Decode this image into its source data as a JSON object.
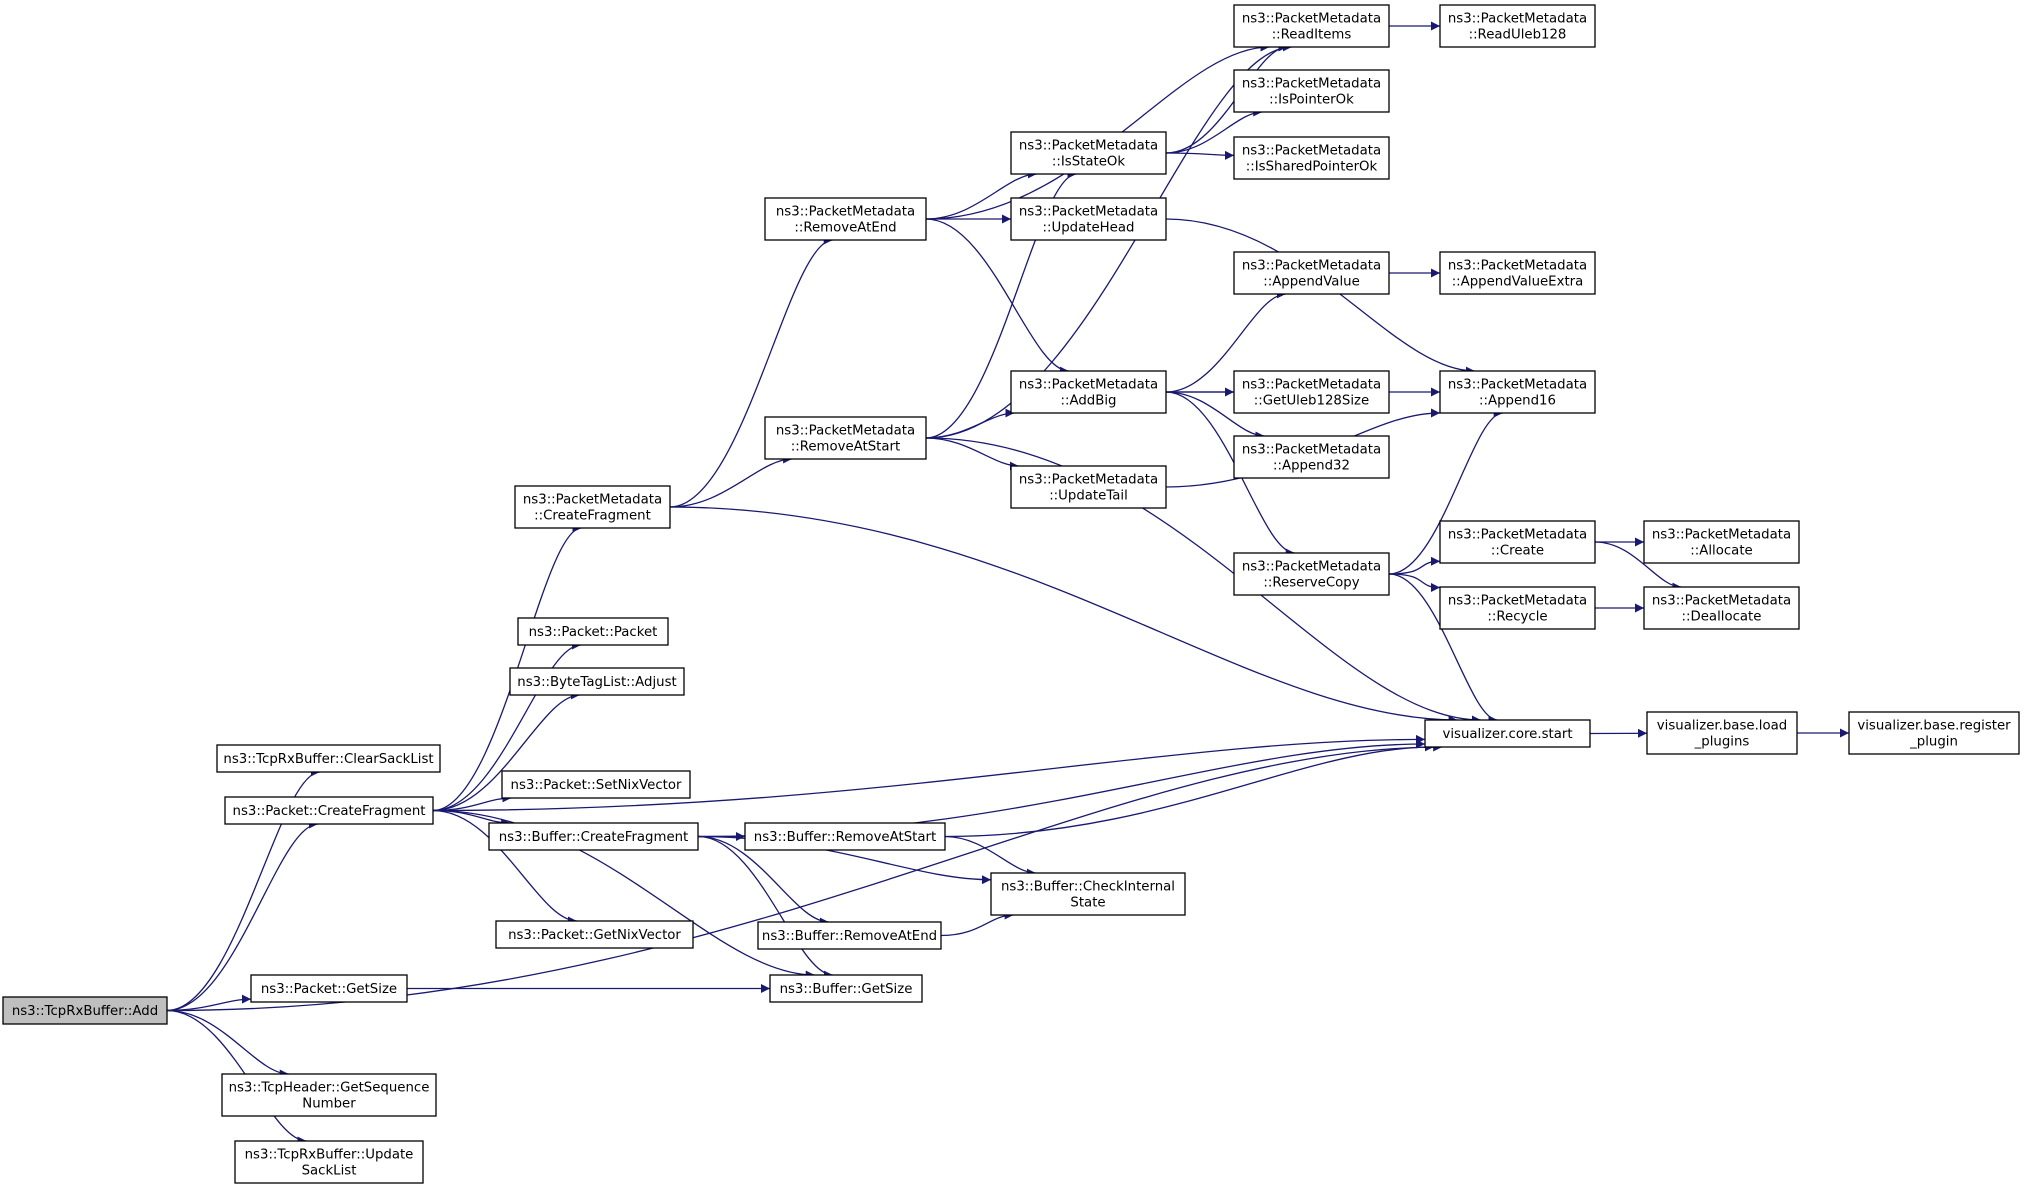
{
  "graph": {
    "root": "add",
    "nodes": [
      {
        "id": "add",
        "lines": [
          "ns3::TcpRxBuffer::Add"
        ],
        "root": true
      },
      {
        "id": "clearsack",
        "lines": [
          "ns3::TcpRxBuffer::ClearSackList"
        ]
      },
      {
        "id": "pkt_createfrag",
        "lines": [
          "ns3::Packet::CreateFragment"
        ]
      },
      {
        "id": "pkt_getsize",
        "lines": [
          "ns3::Packet::GetSize"
        ]
      },
      {
        "id": "getseq",
        "lines": [
          "ns3::TcpHeader::GetSequence",
          "Number"
        ]
      },
      {
        "id": "updatesack",
        "lines": [
          "ns3::TcpRxBuffer::Update",
          "SackList"
        ]
      },
      {
        "id": "pm_createfrag",
        "lines": [
          "ns3::PacketMetadata",
          "::CreateFragment"
        ]
      },
      {
        "id": "pkt_packet",
        "lines": [
          "ns3::Packet::Packet"
        ]
      },
      {
        "id": "btl_adjust",
        "lines": [
          "ns3::ByteTagList::Adjust"
        ]
      },
      {
        "id": "pkt_setnix",
        "lines": [
          "ns3::Packet::SetNixVector"
        ]
      },
      {
        "id": "buf_createfrag",
        "lines": [
          "ns3::Buffer::CreateFragment"
        ]
      },
      {
        "id": "pkt_getnix",
        "lines": [
          "ns3::Packet::GetNixVector"
        ]
      },
      {
        "id": "buf_getsize",
        "lines": [
          "ns3::Buffer::GetSize"
        ]
      },
      {
        "id": "pm_removeatend",
        "lines": [
          "ns3::PacketMetadata",
          "::RemoveAtEnd"
        ]
      },
      {
        "id": "pm_removeatstart",
        "lines": [
          "ns3::PacketMetadata",
          "::RemoveAtStart"
        ]
      },
      {
        "id": "buf_removeatstart",
        "lines": [
          "ns3::Buffer::RemoveAtStart"
        ]
      },
      {
        "id": "buf_removeatend",
        "lines": [
          "ns3::Buffer::RemoveAtEnd"
        ]
      },
      {
        "id": "pm_isstateok",
        "lines": [
          "ns3::PacketMetadata",
          "::IsStateOk"
        ]
      },
      {
        "id": "pm_updatehead",
        "lines": [
          "ns3::PacketMetadata",
          "::UpdateHead"
        ]
      },
      {
        "id": "pm_addbig",
        "lines": [
          "ns3::PacketMetadata",
          "::AddBig"
        ]
      },
      {
        "id": "pm_updatetail",
        "lines": [
          "ns3::PacketMetadata",
          "::UpdateTail"
        ]
      },
      {
        "id": "buf_checkinternal",
        "lines": [
          "ns3::Buffer::CheckInternal",
          "State"
        ]
      },
      {
        "id": "pm_readitems",
        "lines": [
          "ns3::PacketMetadata",
          "::ReadItems"
        ]
      },
      {
        "id": "pm_ispointerok",
        "lines": [
          "ns3::PacketMetadata",
          "::IsPointerOk"
        ]
      },
      {
        "id": "pm_issharedpointerok",
        "lines": [
          "ns3::PacketMetadata",
          "::IsSharedPointerOk"
        ]
      },
      {
        "id": "pm_appendvalue",
        "lines": [
          "ns3::PacketMetadata",
          "::AppendValue"
        ]
      },
      {
        "id": "pm_getuleb",
        "lines": [
          "ns3::PacketMetadata",
          "::GetUleb128Size"
        ]
      },
      {
        "id": "pm_append32",
        "lines": [
          "ns3::PacketMetadata",
          "::Append32"
        ]
      },
      {
        "id": "pm_reservecopy",
        "lines": [
          "ns3::PacketMetadata",
          "::ReserveCopy"
        ]
      },
      {
        "id": "vis_start",
        "lines": [
          "visualizer.core.start"
        ]
      },
      {
        "id": "pm_readuleb",
        "lines": [
          "ns3::PacketMetadata",
          "::ReadUleb128"
        ]
      },
      {
        "id": "pm_appendvalueextra",
        "lines": [
          "ns3::PacketMetadata",
          "::AppendValueExtra"
        ]
      },
      {
        "id": "pm_append16",
        "lines": [
          "ns3::PacketMetadata",
          "::Append16"
        ]
      },
      {
        "id": "pm_create",
        "lines": [
          "ns3::PacketMetadata",
          "::Create"
        ]
      },
      {
        "id": "pm_recycle",
        "lines": [
          "ns3::PacketMetadata",
          "::Recycle"
        ]
      },
      {
        "id": "vis_loadplugins",
        "lines": [
          "visualizer.base.load",
          "_plugins"
        ]
      },
      {
        "id": "pm_allocate",
        "lines": [
          "ns3::PacketMetadata",
          "::Allocate"
        ]
      },
      {
        "id": "pm_deallocate",
        "lines": [
          "ns3::PacketMetadata",
          "::Deallocate"
        ]
      },
      {
        "id": "vis_registerplugin",
        "lines": [
          "visualizer.base.register",
          "_plugin"
        ]
      }
    ],
    "edges": [
      [
        "add",
        "clearsack"
      ],
      [
        "add",
        "pkt_createfrag"
      ],
      [
        "add",
        "pkt_getsize"
      ],
      [
        "add",
        "vis_start"
      ],
      [
        "add",
        "getseq"
      ],
      [
        "add",
        "updatesack"
      ],
      [
        "pkt_createfrag",
        "pm_createfrag"
      ],
      [
        "pkt_createfrag",
        "pkt_packet"
      ],
      [
        "pkt_createfrag",
        "btl_adjust"
      ],
      [
        "pkt_createfrag",
        "vis_start"
      ],
      [
        "pkt_createfrag",
        "pkt_setnix"
      ],
      [
        "pkt_createfrag",
        "buf_createfrag"
      ],
      [
        "pkt_createfrag",
        "pkt_getnix"
      ],
      [
        "pkt_createfrag",
        "buf_getsize"
      ],
      [
        "pkt_getsize",
        "buf_getsize"
      ],
      [
        "pm_createfrag",
        "pm_removeatend"
      ],
      [
        "pm_createfrag",
        "pm_removeatstart"
      ],
      [
        "pm_createfrag",
        "vis_start"
      ],
      [
        "buf_createfrag",
        "vis_start"
      ],
      [
        "buf_createfrag",
        "buf_removeatstart"
      ],
      [
        "buf_createfrag",
        "buf_checkinternal"
      ],
      [
        "buf_createfrag",
        "buf_removeatend"
      ],
      [
        "buf_createfrag",
        "buf_getsize"
      ],
      [
        "buf_removeatstart",
        "vis_start"
      ],
      [
        "buf_removeatstart",
        "buf_checkinternal"
      ],
      [
        "buf_removeatend",
        "buf_checkinternal"
      ],
      [
        "pm_removeatend",
        "pm_readitems"
      ],
      [
        "pm_removeatend",
        "pm_isstateok"
      ],
      [
        "pm_removeatend",
        "pm_updatehead"
      ],
      [
        "pm_removeatend",
        "pm_addbig"
      ],
      [
        "pm_removeatstart",
        "pm_readitems"
      ],
      [
        "pm_removeatstart",
        "pm_isstateok"
      ],
      [
        "pm_removeatstart",
        "pm_addbig"
      ],
      [
        "pm_removeatstart",
        "pm_updatetail"
      ],
      [
        "pm_removeatstart",
        "vis_start"
      ],
      [
        "pm_isstateok",
        "pm_readitems"
      ],
      [
        "pm_isstateok",
        "pm_ispointerok"
      ],
      [
        "pm_isstateok",
        "pm_issharedpointerok"
      ],
      [
        "pm_updatehead",
        "pm_append16"
      ],
      [
        "pm_addbig",
        "pm_appendvalue"
      ],
      [
        "pm_addbig",
        "pm_append16"
      ],
      [
        "pm_addbig",
        "pm_getuleb"
      ],
      [
        "pm_addbig",
        "pm_append32"
      ],
      [
        "pm_addbig",
        "pm_reservecopy"
      ],
      [
        "pm_updatetail",
        "pm_append16"
      ],
      [
        "pm_readitems",
        "pm_readuleb"
      ],
      [
        "pm_appendvalue",
        "pm_appendvalueextra"
      ],
      [
        "pm_reservecopy",
        "pm_append16"
      ],
      [
        "pm_reservecopy",
        "pm_create"
      ],
      [
        "pm_reservecopy",
        "pm_recycle"
      ],
      [
        "pm_reservecopy",
        "vis_start"
      ],
      [
        "pm_create",
        "pm_allocate"
      ],
      [
        "pm_create",
        "pm_deallocate"
      ],
      [
        "pm_recycle",
        "pm_deallocate"
      ],
      [
        "vis_start",
        "vis_loadplugins"
      ],
      [
        "vis_loadplugins",
        "vis_registerplugin"
      ]
    ]
  }
}
